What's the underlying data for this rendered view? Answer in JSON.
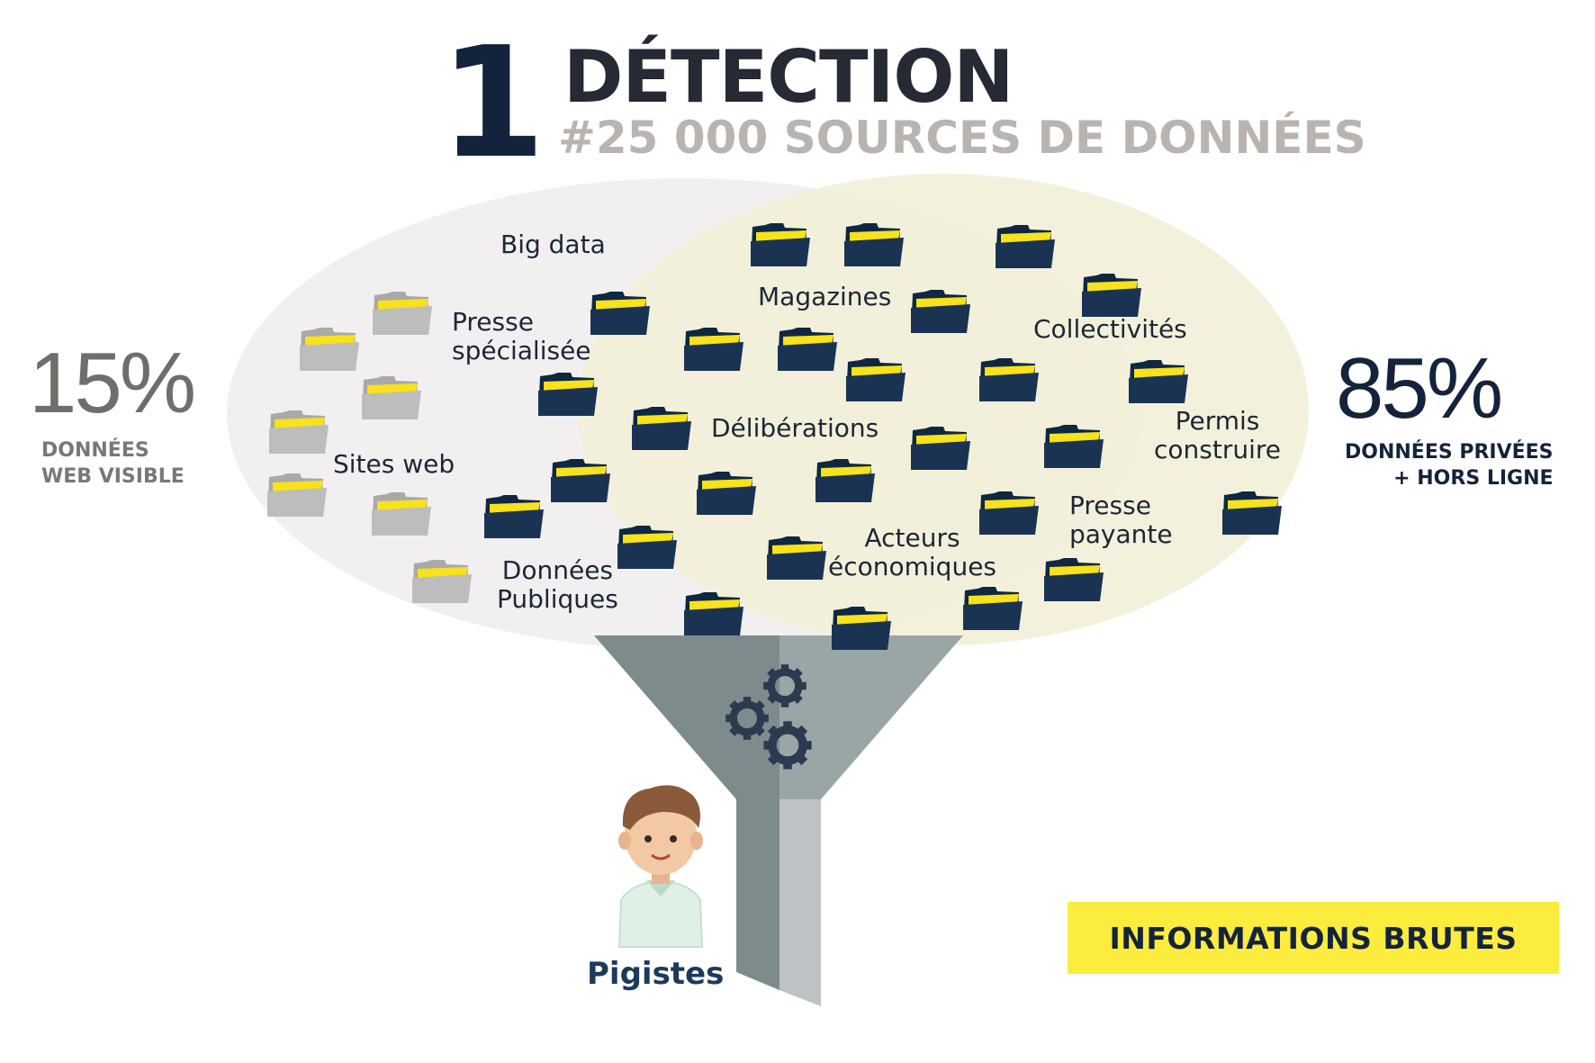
{
  "header": {
    "step_number": "1",
    "title": "DÉTECTION",
    "subtitle": "#25 000 SOURCES DE DONNÉES"
  },
  "left_stat": {
    "value": "15%",
    "caption_line1": "DONNÉES",
    "caption_line2": "WEB VISIBLE"
  },
  "right_stat": {
    "value": "85%",
    "caption_line1": "DONNÉES PRIVÉES",
    "caption_line2": "+ HORS LIGNE"
  },
  "sources": {
    "big_data": "Big data",
    "magazines": "Magazines",
    "collectivites": "Collectivités",
    "presse_specialisee_1": "Presse",
    "presse_specialisee_2": "spécialisée",
    "deliberations": "Délibérations",
    "permis_1": "Permis",
    "permis_2": "construire",
    "sites_web": "Sites web",
    "presse_payante_1": "Presse",
    "presse_payante_2": "payante",
    "acteurs_1": "Acteurs",
    "acteurs_2": "économiques",
    "donnees_publiques_1": "Données",
    "donnees_publiques_2": "Publiques"
  },
  "output_badge": "INFORMATIONS BRUTES",
  "journalist_label": "Pigistes",
  "icons": [
    "folder-icon",
    "gear-icon",
    "funnel-icon",
    "pigiste-avatar-icon"
  ],
  "colors": {
    "navy": "#14233c",
    "folder_dark": "#1a3352",
    "folder_gray": "#b9b9b9",
    "folder_tab_yellow": "#f7e21b",
    "ellipse_cream": "#f2f0d8",
    "ellipse_gray": "#f1eff0",
    "badge_yellow": "#fbec3d",
    "funnel_light": "#9aa5a6",
    "funnel_dark": "#7d8b8c"
  }
}
